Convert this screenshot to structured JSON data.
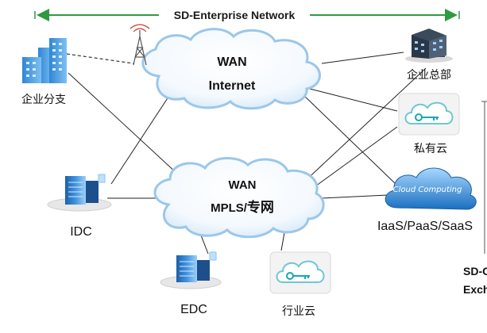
{
  "title": "SD-Enterprise Network",
  "clouds": {
    "internet": {
      "line1": "WAN",
      "line2": "Internet"
    },
    "mpls": {
      "line1": "WAN",
      "line2_a": "MPLS/",
      "line2_b": "专网"
    }
  },
  "nodes": {
    "branch": "企业分支",
    "hq": "企业总部",
    "private_cloud": "私有云",
    "public_cloud": "IaaS/PaaS/SaaS",
    "public_cloud_logo": "Cloud Computing",
    "idc": "IDC",
    "edc": "EDC",
    "industry_cloud": "行业云"
  },
  "side": {
    "line1": "SD-C",
    "line2": "Excha"
  },
  "colors": {
    "arrow_green": "#2e9a41",
    "cloud_blue": "#9bc7ea",
    "line": "#222222",
    "dashed": "#333333",
    "building_blue": "#5aa6e6",
    "server_blue": "#2f7fd0",
    "key_teal": "#1aa6b4"
  }
}
